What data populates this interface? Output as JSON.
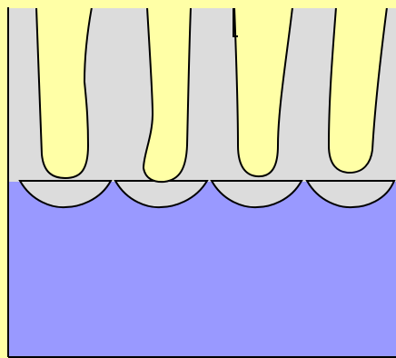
{
  "colors": {
    "background": "#FFFFA6",
    "upper_region": "#DCDCDC",
    "lower_region": "#9999FF",
    "finger_fill": "#FFFFA6",
    "outline": "#000000"
  },
  "regions": {
    "upper": "gray-layer",
    "lower": "blue-layer"
  },
  "fingers": {
    "count": 4
  },
  "scallops": {
    "count": 4
  }
}
